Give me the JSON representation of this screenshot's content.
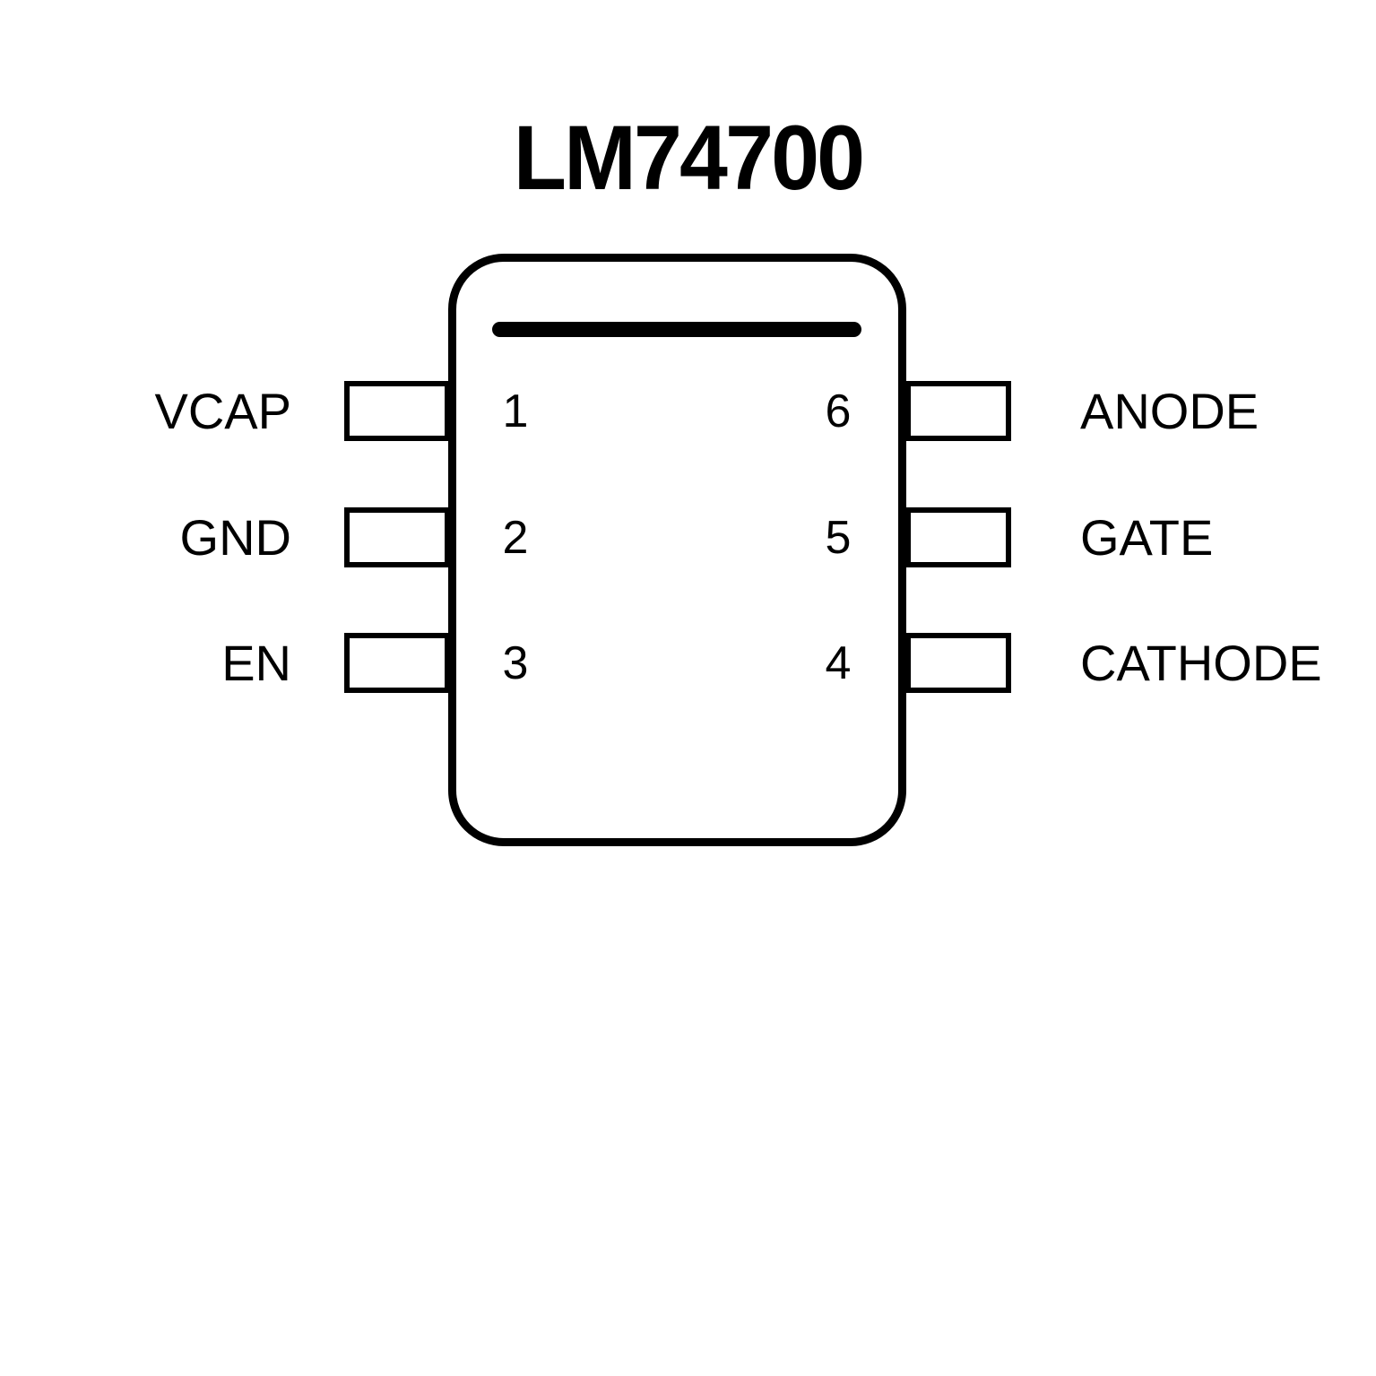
{
  "title": "LM74700",
  "package": {
    "pins_left": [
      {
        "number": "1",
        "label": "VCAP"
      },
      {
        "number": "2",
        "label": "GND"
      },
      {
        "number": "3",
        "label": "EN"
      }
    ],
    "pins_right": [
      {
        "number": "6",
        "label": "ANODE"
      },
      {
        "number": "5",
        "label": "GATE"
      },
      {
        "number": "4",
        "label": "CATHODE"
      }
    ]
  },
  "colors": {
    "line": "#000000",
    "background": "#ffffff"
  }
}
